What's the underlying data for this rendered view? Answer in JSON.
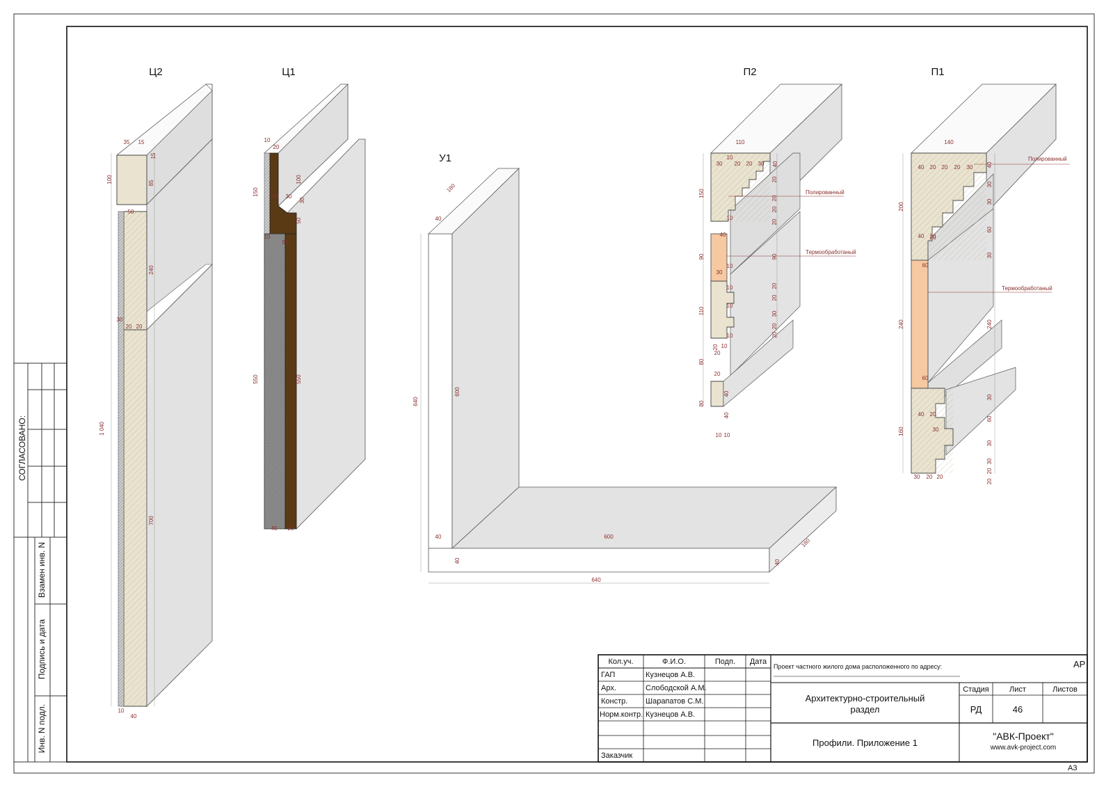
{
  "sheet": {
    "format": "А3"
  },
  "left_strip": {
    "approved": "СОГЛАСОВАНО:",
    "replaces_inv": "Взамен инв. N",
    "signature_date": "Подпись и дата",
    "inv_no": "Инв. N подл."
  },
  "profiles": {
    "c2": {
      "label": "Ц2",
      "dims": [
        "35",
        "15",
        "15",
        "100",
        "85",
        "50",
        "240",
        "1 040",
        "30",
        "20",
        "20",
        "700",
        "10",
        "40"
      ]
    },
    "c1": {
      "label": "Ц1",
      "dims": [
        "10",
        "20",
        "100",
        "150",
        "20",
        "30",
        "30",
        "50",
        "10",
        "50",
        "550",
        "550",
        "40",
        "20"
      ]
    },
    "u1": {
      "label": "У1",
      "dims": [
        "180",
        "40",
        "640",
        "600",
        "40",
        "600",
        "40",
        "640",
        "40",
        "180"
      ]
    },
    "p2": {
      "label": "П2",
      "dims": [
        "110",
        "30",
        "20",
        "20",
        "30",
        "40",
        "10",
        "150",
        "20",
        "20",
        "20",
        "20",
        "10",
        "40",
        "90",
        "10",
        "90",
        "30",
        "10",
        "20",
        "20",
        "110",
        "30",
        "10",
        "20",
        "20",
        "10",
        "20",
        "10",
        "20",
        "80",
        "20",
        "40",
        "80",
        "40",
        "10",
        "10"
      ],
      "note_polished": "Полированный",
      "note_thermal": "Термообработаный"
    },
    "p1": {
      "label": "П1",
      "dims": [
        "140",
        "40",
        "20",
        "20",
        "20",
        "30",
        "40",
        "30",
        "20",
        "200",
        "40",
        "20",
        "60",
        "30",
        "60",
        "30",
        "240",
        "240",
        "60",
        "30",
        "40",
        "20",
        "30",
        "60",
        "160",
        "30",
        "30",
        "20",
        "20",
        "30",
        "20",
        "20"
      ],
      "note_polished": "Полированный",
      "note_thermal": "Термообработаный"
    }
  },
  "title_block": {
    "col_headers": {
      "kol": "Кол.уч.",
      "fio": "Ф.И.О.",
      "podp": "Подп.",
      "data": "Дата"
    },
    "rows": [
      {
        "role": "ГАП",
        "name": "Кузнецов А.В."
      },
      {
        "role": "Арх.",
        "name": "Слободской А.М."
      },
      {
        "role": "Констр.",
        "name": "Шарапатов С.М."
      },
      {
        "role": "Норм.контр.",
        "name": "Кузнецов А.В."
      }
    ],
    "customer": "Заказчик",
    "project_address": "Проект частного жилого дома расположенного по адресу:",
    "code": "АР",
    "section": [
      "Архитектурно-строительный",
      "раздел"
    ],
    "sheet_title": "Профили. Приложение 1",
    "stage_label": "Стадия",
    "sheet_label": "Лист",
    "sheets_label": "Листов",
    "stage": "РД",
    "sheet_no": "46",
    "company": "\"АВК-Проект\"",
    "website": "www.avk-project.com"
  },
  "colors": {
    "stone_face": "#e9e3cf",
    "stone_side": "#dadada",
    "stone_top": "#ffffff",
    "thermal": "#f6c9a2",
    "wood": "#5a3a14",
    "gray_section": "#8c8c8c",
    "dim_red": "#8b2e2e",
    "line": "#333333"
  }
}
